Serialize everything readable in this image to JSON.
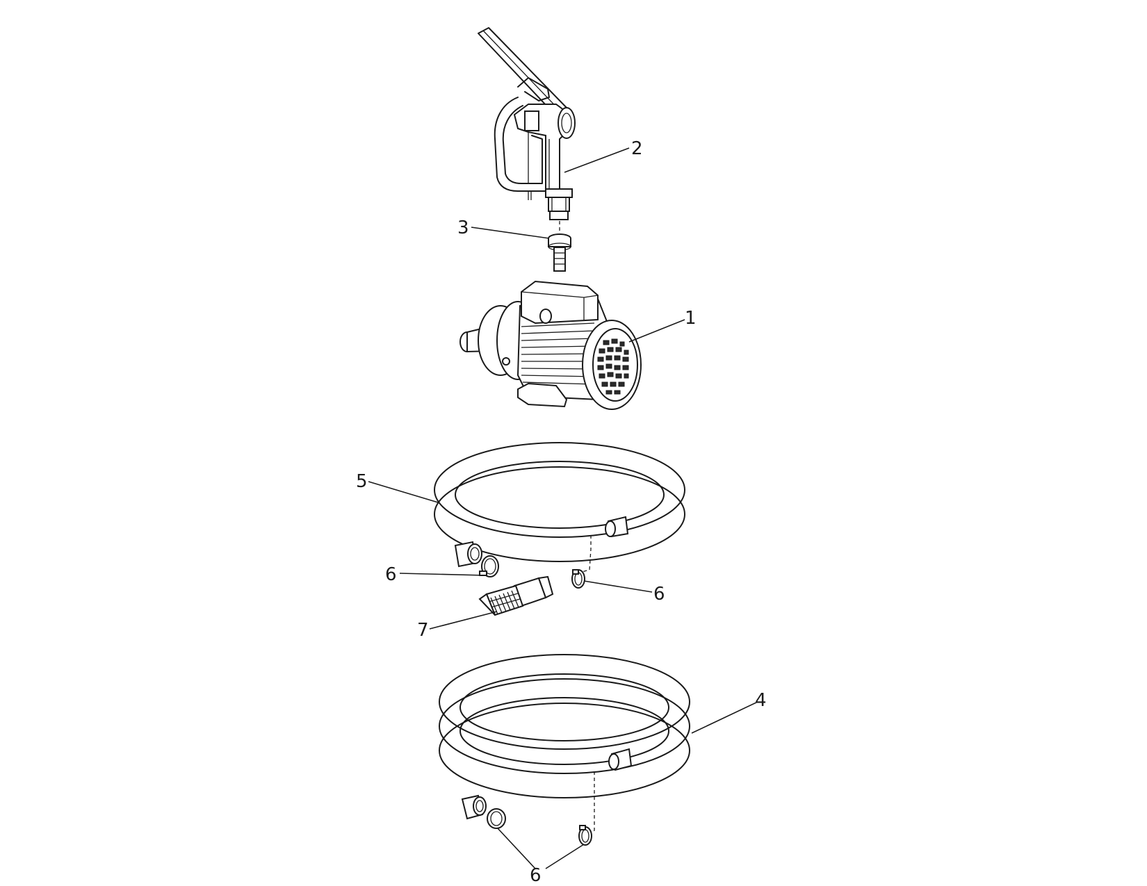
{
  "callouts": {
    "pump": "1",
    "nozzle": "2",
    "hose_fitting": "3",
    "hose_long": "4",
    "hose_short": "5",
    "clamp_left": "6",
    "clamp_right": "6",
    "clamp_bottom": "6",
    "filter": "7"
  },
  "colors": {
    "line": "#1a1a1a",
    "background": "#ffffff"
  }
}
